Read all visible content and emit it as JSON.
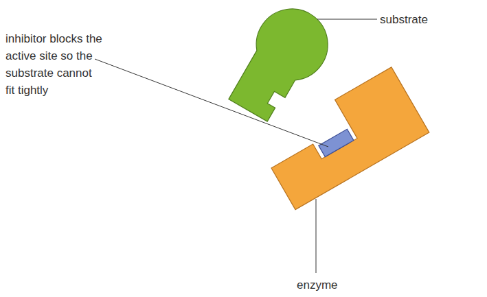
{
  "diagram": {
    "labels": [
      "substrate",
      "inhibitor blocks the active site so the substrate cannot fit tightly",
      "enzyme"
    ]
  }
}
